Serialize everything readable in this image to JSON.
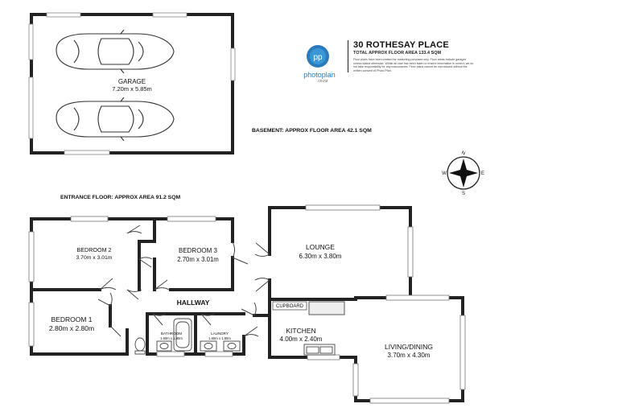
{
  "header": {
    "address": "30 ROTHESAY PLACE",
    "total_area": "TOTAL APPROX FLOOR AREA 133.4 SQM",
    "disclaimer": "Floor plans have been created for marketing purposes only. Floor areas include garages unless stated otherwise. Whilst all care has been taken to ensure information is correct, we do not take responsibility for any inaccuracies. Floor plans cannot be reproduced without the written consent of Photo Plan."
  },
  "logo": {
    "name": "photoplan",
    "domain": ".co.nz",
    "mark_text": "pp"
  },
  "compass": {
    "n": "N",
    "s": "S",
    "e": "E",
    "w": "W"
  },
  "basement": {
    "area_label": "BASEMENT: APPROX FLOOR AREA 42.1 SQM",
    "garage": {
      "name": "GARAGE",
      "dims": "7.20m  x 5.85m"
    }
  },
  "entrance": {
    "area_label": "ENTRANCE FLOOR: APPROX AREA 91.2 SQM",
    "rooms": {
      "bedroom2": {
        "name": "BEDROOM 2",
        "dims": "3.70m  x 3.01m"
      },
      "bedroom3": {
        "name": "BEDROOM 3",
        "dims": "2.70m  x 3.01m"
      },
      "lounge": {
        "name": "LOUNGE",
        "dims": "6.30m  x 3.80m"
      },
      "hallway": {
        "name": "HALLWAY"
      },
      "bedroom1": {
        "name": "BEDROOM 1",
        "dims": "2.80m  x 2.80m"
      },
      "bathroom": {
        "name": "BATHROOM",
        "dims": "1.60m  x 1.80m"
      },
      "laundry": {
        "name": "LAUNDRY",
        "dims": "1.60m  x 1.80m"
      },
      "kitchen": {
        "name": "KITCHEN",
        "dims": "4.00m  x 2.40m"
      },
      "cupboard": {
        "name": "CUPBOARD"
      },
      "living": {
        "name": "LIVING/DINING",
        "dims": "3.70m  x 4.30m"
      }
    }
  }
}
